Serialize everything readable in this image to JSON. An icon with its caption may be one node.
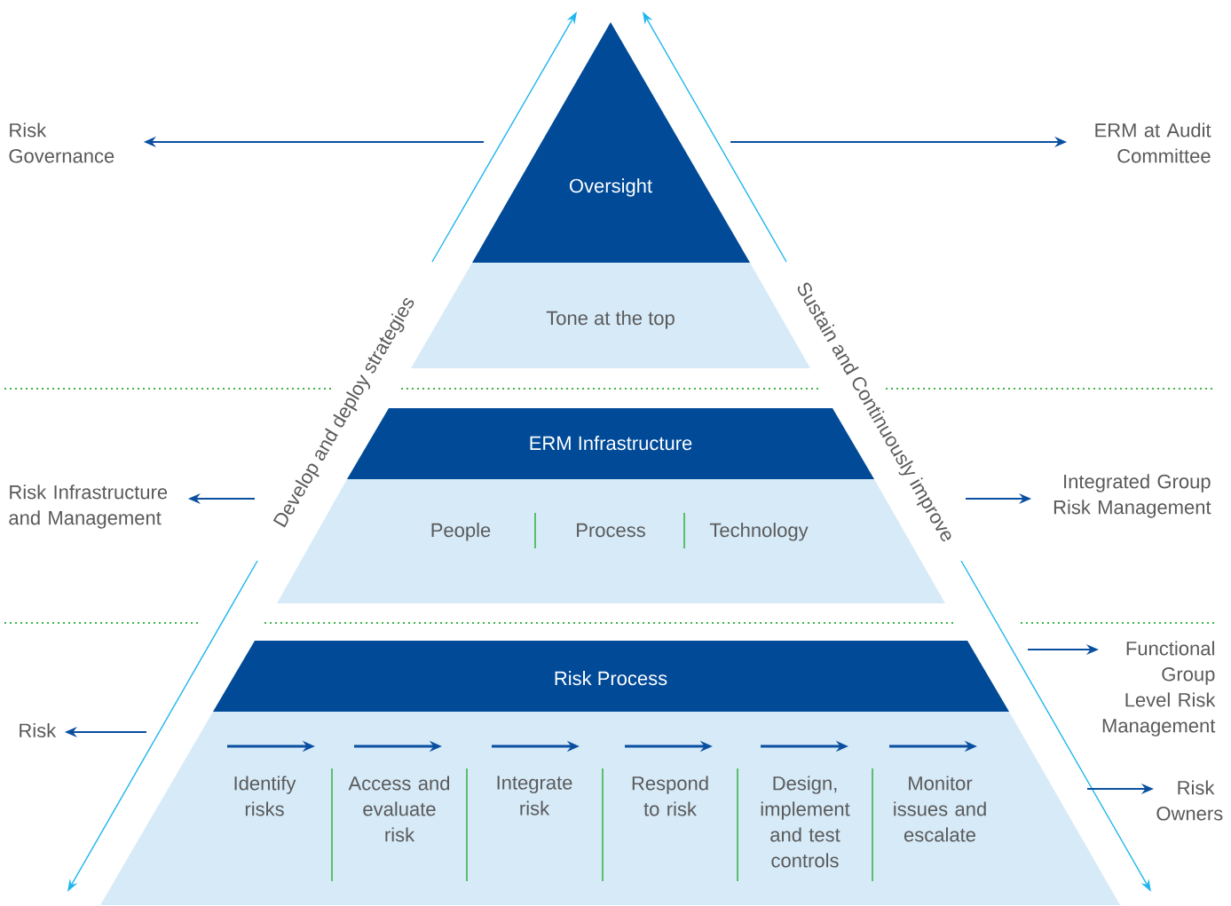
{
  "diagram": {
    "nodes": [
      {
        "text": [
          "Oversight"
        ]
      },
      {
        "text": [
          "Tone at the top"
        ]
      },
      {
        "text": [
          "ERM Infrastructure"
        ]
      },
      {
        "text": [
          "People",
          "Process",
          "Technology"
        ]
      },
      {
        "text": [
          "Risk Process"
        ]
      },
      {
        "text": [
          "Identify risks",
          "Access and evaluate risk",
          "Integrate risk",
          "Respond to risk",
          "Design, implement and test controls",
          "Monitor issues and escalate"
        ]
      },
      {
        "text": [
          "Risk Governance"
        ]
      },
      {
        "text": [
          "ERM at Audit Committee"
        ]
      },
      {
        "text": [
          "Risk Infrastructure and Management"
        ]
      },
      {
        "text": [
          "Integrated Group Risk Management"
        ]
      },
      {
        "text": [
          "Risk"
        ]
      },
      {
        "text": [
          "Functional Group Level Risk Management"
        ]
      },
      {
        "text": [
          "Risk Owners"
        ]
      }
    ],
    "edges": [
      {
        "from": null,
        "to": 6,
        "arrow": "to"
      },
      {
        "from": null,
        "to": 7,
        "arrow": "to"
      },
      {
        "from": null,
        "to": 8,
        "arrow": "to"
      },
      {
        "from": null,
        "to": 9,
        "arrow": "to"
      },
      {
        "from": null,
        "to": 10,
        "arrow": "to"
      },
      {
        "from": null,
        "to": 11,
        "arrow": "to"
      },
      {
        "from": null,
        "to": 12,
        "arrow": "to"
      }
    ],
    "labels": [
      "Develop and deploy strategies",
      "Sustain and Continuously improve"
    ]
  }
}
